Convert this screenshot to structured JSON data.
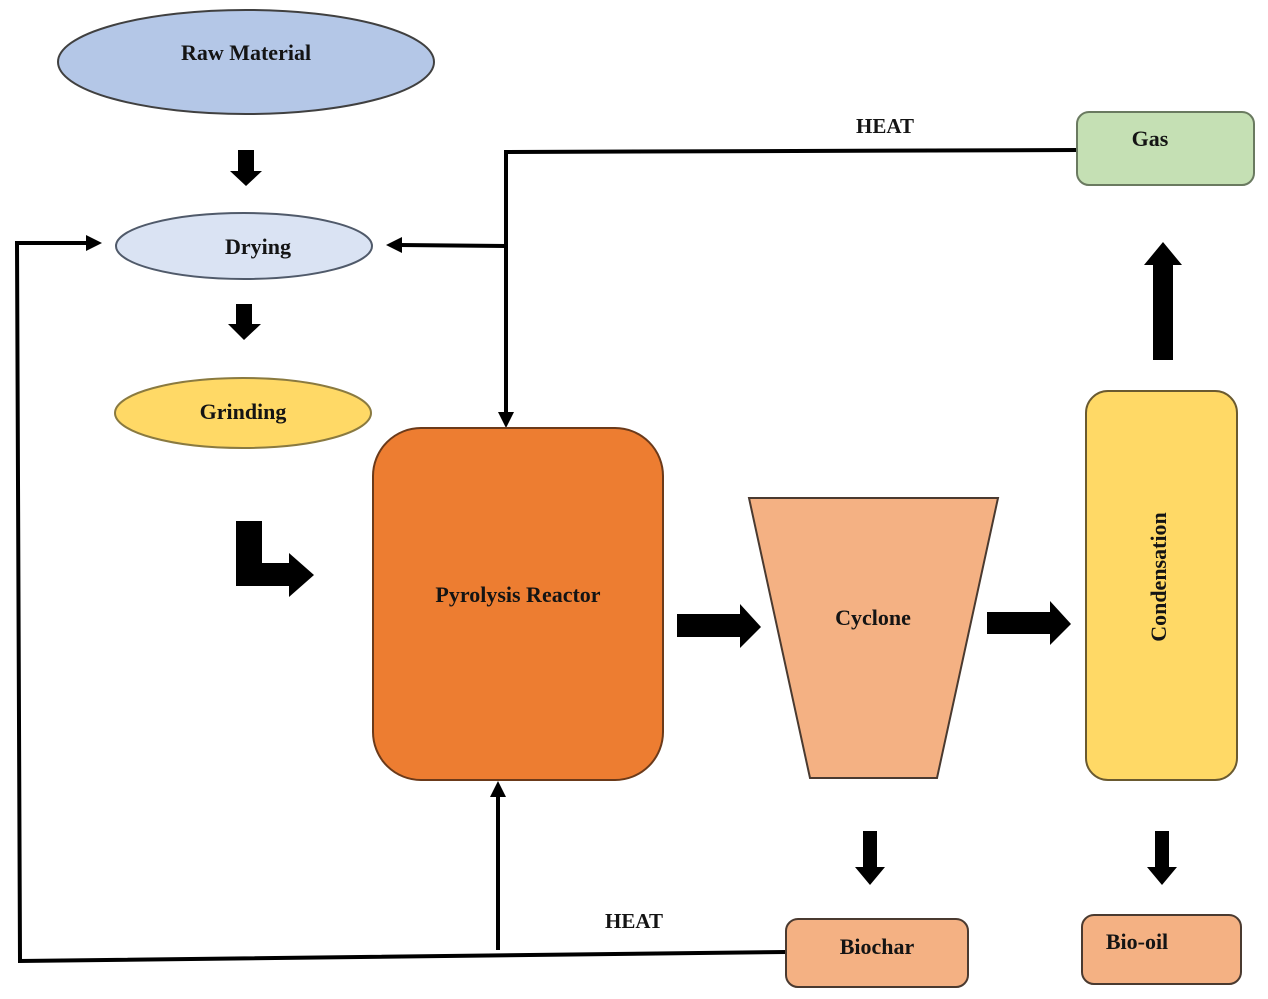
{
  "diagram": {
    "type": "process-flow",
    "nodes": {
      "raw_material": {
        "label": "Raw Material",
        "shape": "ellipse",
        "fill": "#b4c7e7"
      },
      "drying": {
        "label": "Drying",
        "shape": "ellipse",
        "fill": "#dae3f3"
      },
      "grinding": {
        "label": "Grinding",
        "shape": "ellipse",
        "fill": "#ffd966"
      },
      "pyrolysis_reactor": {
        "label": "Pyrolysis Reactor",
        "shape": "rounded-rectangle",
        "fill": "#ed7d31"
      },
      "cyclone": {
        "label": "Cyclone",
        "shape": "trapezoid",
        "fill": "#f4b183"
      },
      "condensation": {
        "label": "Condensation",
        "shape": "rounded-rectangle",
        "fill": "#ffd966"
      },
      "gas": {
        "label": "Gas",
        "shape": "rounded-rectangle",
        "fill": "#c5e0b4"
      },
      "biochar": {
        "label": "Biochar",
        "shape": "rounded-rectangle",
        "fill": "#f4b183"
      },
      "bio_oil": {
        "label": "Bio-oil",
        "shape": "rounded-rectangle",
        "fill": "#f4b183"
      }
    },
    "edge_labels": {
      "heat_top": "HEAT",
      "heat_bottom": "HEAT"
    },
    "edges": [
      {
        "from": "Raw Material",
        "to": "Drying"
      },
      {
        "from": "Drying",
        "to": "Grinding"
      },
      {
        "from": "Grinding",
        "to": "Pyrolysis Reactor"
      },
      {
        "from": "Pyrolysis Reactor",
        "to": "Cyclone"
      },
      {
        "from": "Cyclone",
        "to": "Condensation"
      },
      {
        "from": "Cyclone",
        "to": "Biochar"
      },
      {
        "from": "Condensation",
        "to": "Gas"
      },
      {
        "from": "Condensation",
        "to": "Bio-oil"
      },
      {
        "from": "Gas",
        "to": "Drying",
        "label": "HEAT"
      },
      {
        "from": "Gas",
        "to": "Pyrolysis Reactor",
        "label": "HEAT"
      },
      {
        "from": "Biochar",
        "to": "Drying",
        "label": "HEAT"
      },
      {
        "from": "Biochar",
        "to": "Pyrolysis Reactor",
        "label": "HEAT"
      }
    ]
  }
}
